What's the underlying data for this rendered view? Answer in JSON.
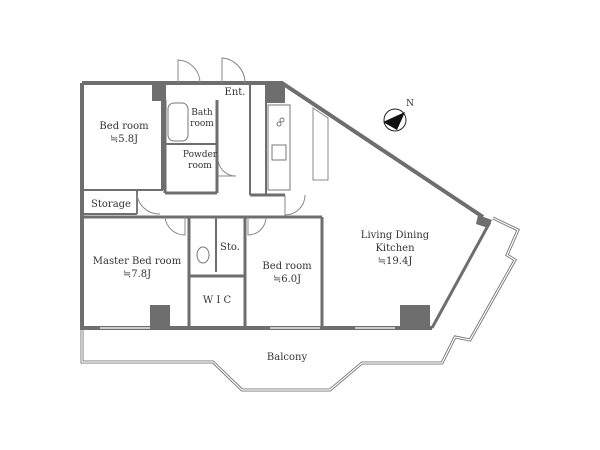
{
  "rooms": {
    "bedroom1": {
      "name": "Bed room",
      "area": "≒5.8J"
    },
    "bath": {
      "name_line1": "Bath",
      "name_line2": "room"
    },
    "powder": {
      "name_line1": "Powder",
      "name_line2": "room"
    },
    "entrance": {
      "name": "Ent."
    },
    "storage": {
      "name": "Storage"
    },
    "master": {
      "name": "Master Bed room",
      "area": "≒7.8J"
    },
    "sto": {
      "name": "Sto."
    },
    "wic": {
      "name": "W I C"
    },
    "bedroom2": {
      "name": "Bed room",
      "area": "≒6.0J"
    },
    "ldk": {
      "name_line1": "Living Dining",
      "name_line2": "Kitchen",
      "area": "≒19.4J"
    },
    "balcony": {
      "name": "Balcony"
    }
  },
  "compass": {
    "label": "N"
  },
  "colors": {
    "wall": "#6e6e6e",
    "line": "#555555"
  }
}
